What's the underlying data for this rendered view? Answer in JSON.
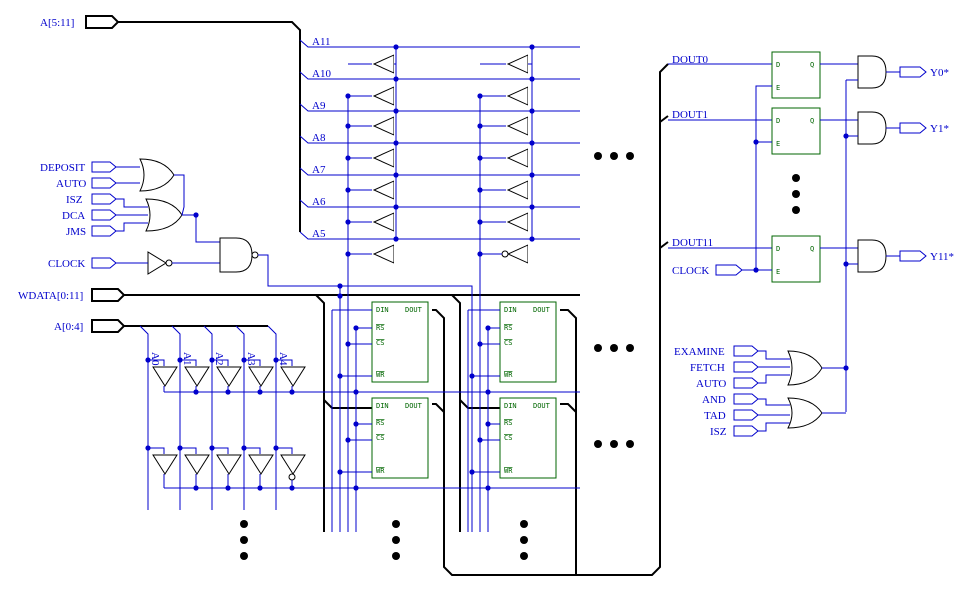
{
  "buses": {
    "addr_high": "A[5:11]",
    "wdata": "WDATA[0:11]",
    "addr_low": "A[0:4]"
  },
  "addr_high_lines": [
    "A11",
    "A10",
    "A9",
    "A8",
    "A7",
    "A6",
    "A5"
  ],
  "addr_low_lines": [
    "A0",
    "A1",
    "A2",
    "A3",
    "A4"
  ],
  "control_inputs": [
    "DEPOSIT",
    "AUTO",
    "ISZ",
    "DCA",
    "JMS",
    "CLOCK"
  ],
  "ram_pins": {
    "din": "DIN",
    "dout": "DOUT",
    "rs": "RS",
    "cs": "CS",
    "wr": "WR"
  },
  "dout_lines": [
    "DOUT0",
    "DOUT1",
    "DOUT11"
  ],
  "outputs": [
    "Y0*",
    "Y1*",
    "Y11*"
  ],
  "ff_pins": {
    "d": "D",
    "q": "Q",
    "e": "E"
  },
  "right_clock": "CLOCK",
  "right_inputs": [
    "EXAMINE",
    "FETCH",
    "AUTO",
    "AND",
    "TAD",
    "ISZ"
  ],
  "colors": {
    "wire": "#0000cc",
    "bus": "#000000",
    "chip": "#006600"
  }
}
